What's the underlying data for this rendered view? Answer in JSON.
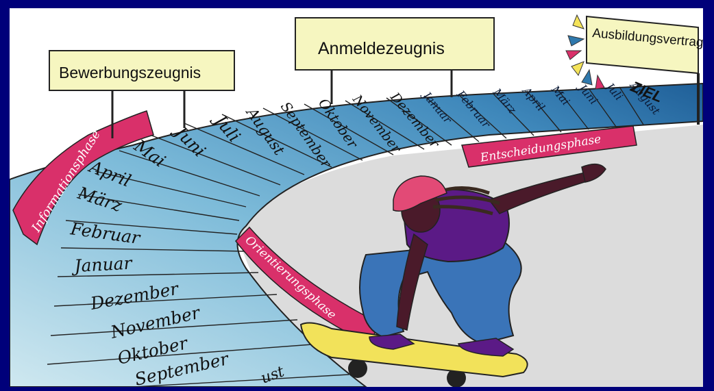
{
  "signs": {
    "bewerbung": "Bewerbungszeugnis",
    "anmelde": "Anmeldezeugnis",
    "ausbildung": "Ausbildungsvertrag",
    "ziel": "ZIEL"
  },
  "phases": {
    "information": "Informationsphase",
    "orientierung": "Orientierungsphase",
    "entscheidung": "Entscheidungsphase"
  },
  "months_outer": [
    "September",
    "Oktober",
    "November",
    "Dezember",
    "Januar",
    "Februar",
    "März",
    "April",
    "Mai",
    "Juni",
    "Juli",
    "August",
    "September",
    "Oktober",
    "November",
    "Dezember"
  ],
  "months_top": [
    "Januar",
    "Februar",
    "März",
    "April",
    "Mai",
    "Juni",
    "Juli",
    "August"
  ],
  "month_partial": "ust",
  "colors": {
    "frame": "#00007a",
    "sign": "#f6f6c0",
    "phase": "#d9306a",
    "ramp_light": "#bfe1ec",
    "ramp_mid": "#5aa6cc",
    "ramp_dark": "#2f79ad",
    "board": "#f2e25a",
    "jeans": "#3a74b8",
    "shirt": "#5b1a86",
    "cap": "#e24a76"
  }
}
